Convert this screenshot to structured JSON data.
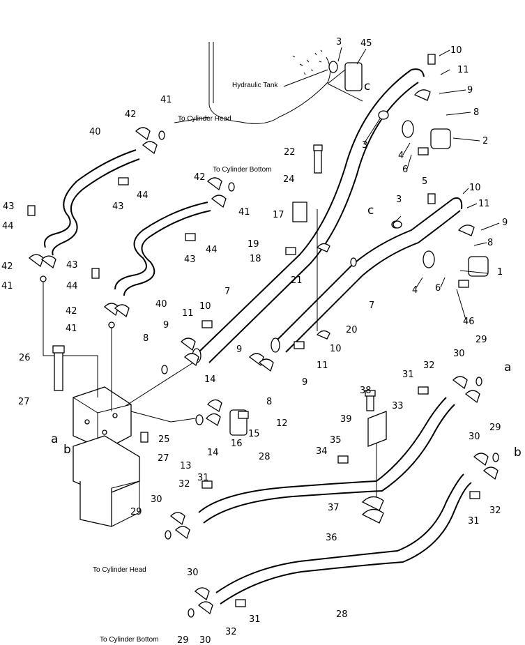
{
  "labels": {
    "hydraulic_tank": "Hydraulic Tank",
    "to_cyl_head_top": "To Cylinder Head",
    "to_cyl_bottom_top": "To Cylinder Bottom",
    "to_cyl_head_bottom": "To Cylinder Head",
    "to_cyl_bottom_bottom": "To Cylinder Bottom"
  },
  "callouts": {
    "c1": "1",
    "c2": "2",
    "c3a": "3",
    "c3b": "3",
    "c3c": "3",
    "c4a": "4",
    "c4b": "4",
    "c5": "5",
    "c6a": "6",
    "c6b": "6",
    "c7a": "7",
    "c7b": "7",
    "c8a": "8",
    "c8b": "8",
    "c8c": "8",
    "c8d": "8",
    "c9a": "9",
    "c9b": "9",
    "c9c": "9",
    "c9d": "9",
    "c9e": "9",
    "c10a": "10",
    "c10b": "10",
    "c10c": "10",
    "c10d": "10",
    "c11a": "11",
    "c11b": "11",
    "c11c": "11",
    "c11d": "11",
    "c12": "12",
    "c13": "13",
    "c14a": "14",
    "c14b": "14",
    "c15": "15",
    "c16": "16",
    "c17": "17",
    "c18": "18",
    "c19": "19",
    "c20": "20",
    "c21": "21",
    "c22": "22",
    "c24": "24",
    "c25": "25",
    "c26": "26",
    "c27a": "27",
    "c27b": "27",
    "c28a": "28",
    "c28b": "28",
    "c29a": "29",
    "c29b": "29",
    "c29c": "29",
    "c29d": "29",
    "c30a": "30",
    "c30b": "30",
    "c30c": "30",
    "c30d": "30",
    "c30e": "30",
    "c31a": "31",
    "c31b": "31",
    "c31c": "31",
    "c31d": "31",
    "c32a": "32",
    "c32b": "32",
    "c32c": "32",
    "c32d": "32",
    "c33": "33",
    "c34": "34",
    "c35": "35",
    "c36": "36",
    "c37": "37",
    "c38": "38",
    "c39": "39",
    "c40a": "40",
    "c40b": "40",
    "c41a": "41",
    "c41b": "41",
    "c41c": "41",
    "c41d": "41",
    "c42a": "42",
    "c42b": "42",
    "c42c": "42",
    "c42d": "42",
    "c43a": "43",
    "c43b": "43",
    "c43c": "43",
    "c43d": "43",
    "c44a": "44",
    "c44b": "44",
    "c44c": "44",
    "c44d": "44",
    "c45": "45",
    "c46": "46"
  },
  "letters": {
    "c_top": "c",
    "c_mid": "c",
    "a_right": "a",
    "b_right": "b",
    "a_left": "a",
    "b_left": "b"
  }
}
